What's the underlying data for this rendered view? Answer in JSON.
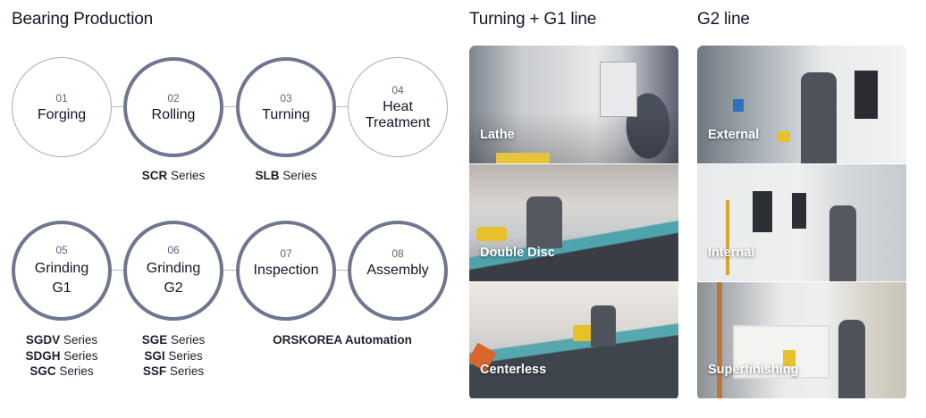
{
  "left": {
    "title": "Bearing Production",
    "steps": [
      {
        "num": "01",
        "name": "Forging",
        "style": "thin"
      },
      {
        "num": "02",
        "name": "Rolling",
        "style": "thick"
      },
      {
        "num": "03",
        "name": "Turning",
        "style": "thick"
      },
      {
        "num": "04",
        "name": "Heat\nTreatment",
        "style": "thin"
      },
      {
        "num": "05",
        "name": "Grinding\nG1",
        "style": "thick"
      },
      {
        "num": "06",
        "name": "Grinding\nG2",
        "style": "thick"
      },
      {
        "num": "07",
        "name": "Inspection",
        "style": "thick"
      },
      {
        "num": "08",
        "name": "Assembly",
        "style": "thick"
      }
    ],
    "series": {
      "rolling": [
        {
          "code": "SCR",
          "suffix": " Series"
        }
      ],
      "turning": [
        {
          "code": "SLB",
          "suffix": " Series"
        }
      ],
      "grinding_g1": [
        {
          "code": "SGDV",
          "suffix": " Series"
        },
        {
          "code": "SDGH",
          "suffix": " Series"
        },
        {
          "code": "SGC",
          "suffix": " Series"
        }
      ],
      "grinding_g2": [
        {
          "code": "SGE",
          "suffix": " Series"
        },
        {
          "code": "SGI",
          "suffix": " Series"
        },
        {
          "code": "SSF",
          "suffix": " Series"
        }
      ],
      "inspection_assembly": [
        {
          "code": "ORSKOREA Automation",
          "suffix": ""
        }
      ]
    }
  },
  "g1_line": {
    "title": "Turning + G1 line",
    "photos": [
      {
        "caption": "Lathe"
      },
      {
        "caption": "Double Disc"
      },
      {
        "caption": "Centerless"
      }
    ]
  },
  "g2_line": {
    "title": "G2 line",
    "photos": [
      {
        "caption": "External"
      },
      {
        "caption": "Internal"
      },
      {
        "caption": "Superfinishing"
      }
    ]
  },
  "colors": {
    "circle_thick": "#6f7690",
    "circle_thin": "#a9adbd",
    "step_number": "#5b6283",
    "text_dark": "#141628",
    "machine_teal": "#4fa3ad",
    "machine_yellow": "#e6c12a"
  }
}
